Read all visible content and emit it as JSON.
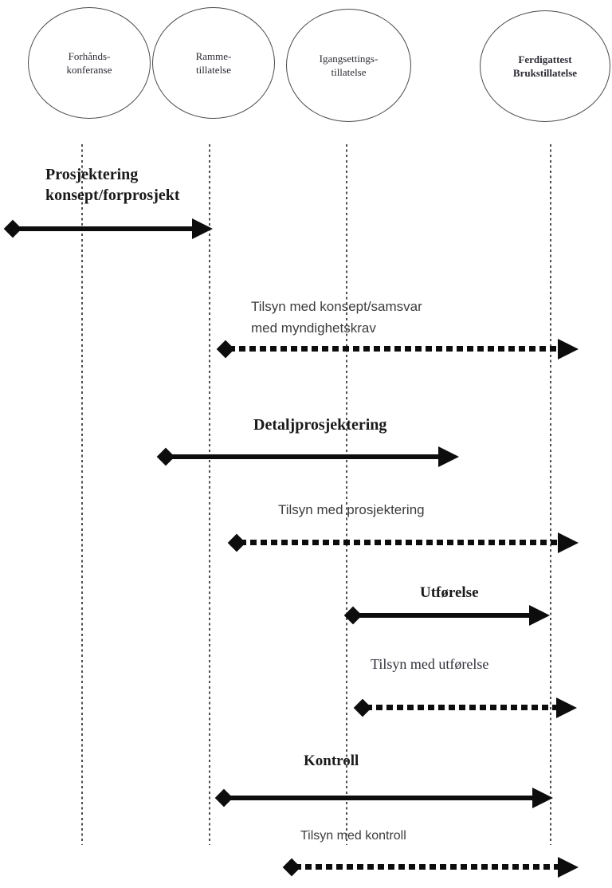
{
  "diagram_title": "Byggesaksprosess med tilsyn (timeline diagram)",
  "colors": {
    "background": "#ffffff",
    "line": "#0d0d0d",
    "ellipse_stroke": "#4a4a4a",
    "serif_text": "#1a1a1a",
    "sans_text": "#3d3d3d",
    "timeline_dots": "#4f4f4f"
  },
  "milestones": [
    {
      "id": "forhandskonferanse",
      "lines": [
        "Forhånds-",
        "konferanse"
      ]
    },
    {
      "id": "rammetillatelse",
      "lines": [
        "Ramme-",
        "tillatelse"
      ]
    },
    {
      "id": "igangsettingstillatelse",
      "lines": [
        "Igangsettings-",
        "tillatelse"
      ]
    },
    {
      "id": "ferdigattest",
      "lines": [
        "Ferdigattest",
        "Brukstillatelse"
      ]
    }
  ],
  "phases": [
    {
      "id": "prosjektering-konsept",
      "arrow": "solid",
      "lines": [
        "Prosjektering",
        "konsept/forprosjekt"
      ]
    },
    {
      "id": "tilsyn-konsept",
      "arrow": "dashed",
      "lines": [
        "Tilsyn med konsept/samsvar",
        "med myndighetskrav"
      ]
    },
    {
      "id": "detaljprosjektering",
      "arrow": "solid",
      "lines": [
        "Detaljprosjektering"
      ]
    },
    {
      "id": "tilsyn-prosjektering",
      "arrow": "dashed",
      "lines": [
        "Tilsyn med prosjektering"
      ]
    },
    {
      "id": "utforelse",
      "arrow": "solid",
      "lines": [
        "Utførelse"
      ]
    },
    {
      "id": "tilsyn-utforelse",
      "arrow": "dashed",
      "lines": [
        "Tilsyn med utførelse"
      ]
    },
    {
      "id": "kontroll",
      "arrow": "solid",
      "lines": [
        "Kontroll"
      ]
    },
    {
      "id": "tilsyn-kontroll",
      "arrow": "dashed",
      "lines": [
        "Tilsyn med kontroll"
      ]
    }
  ]
}
